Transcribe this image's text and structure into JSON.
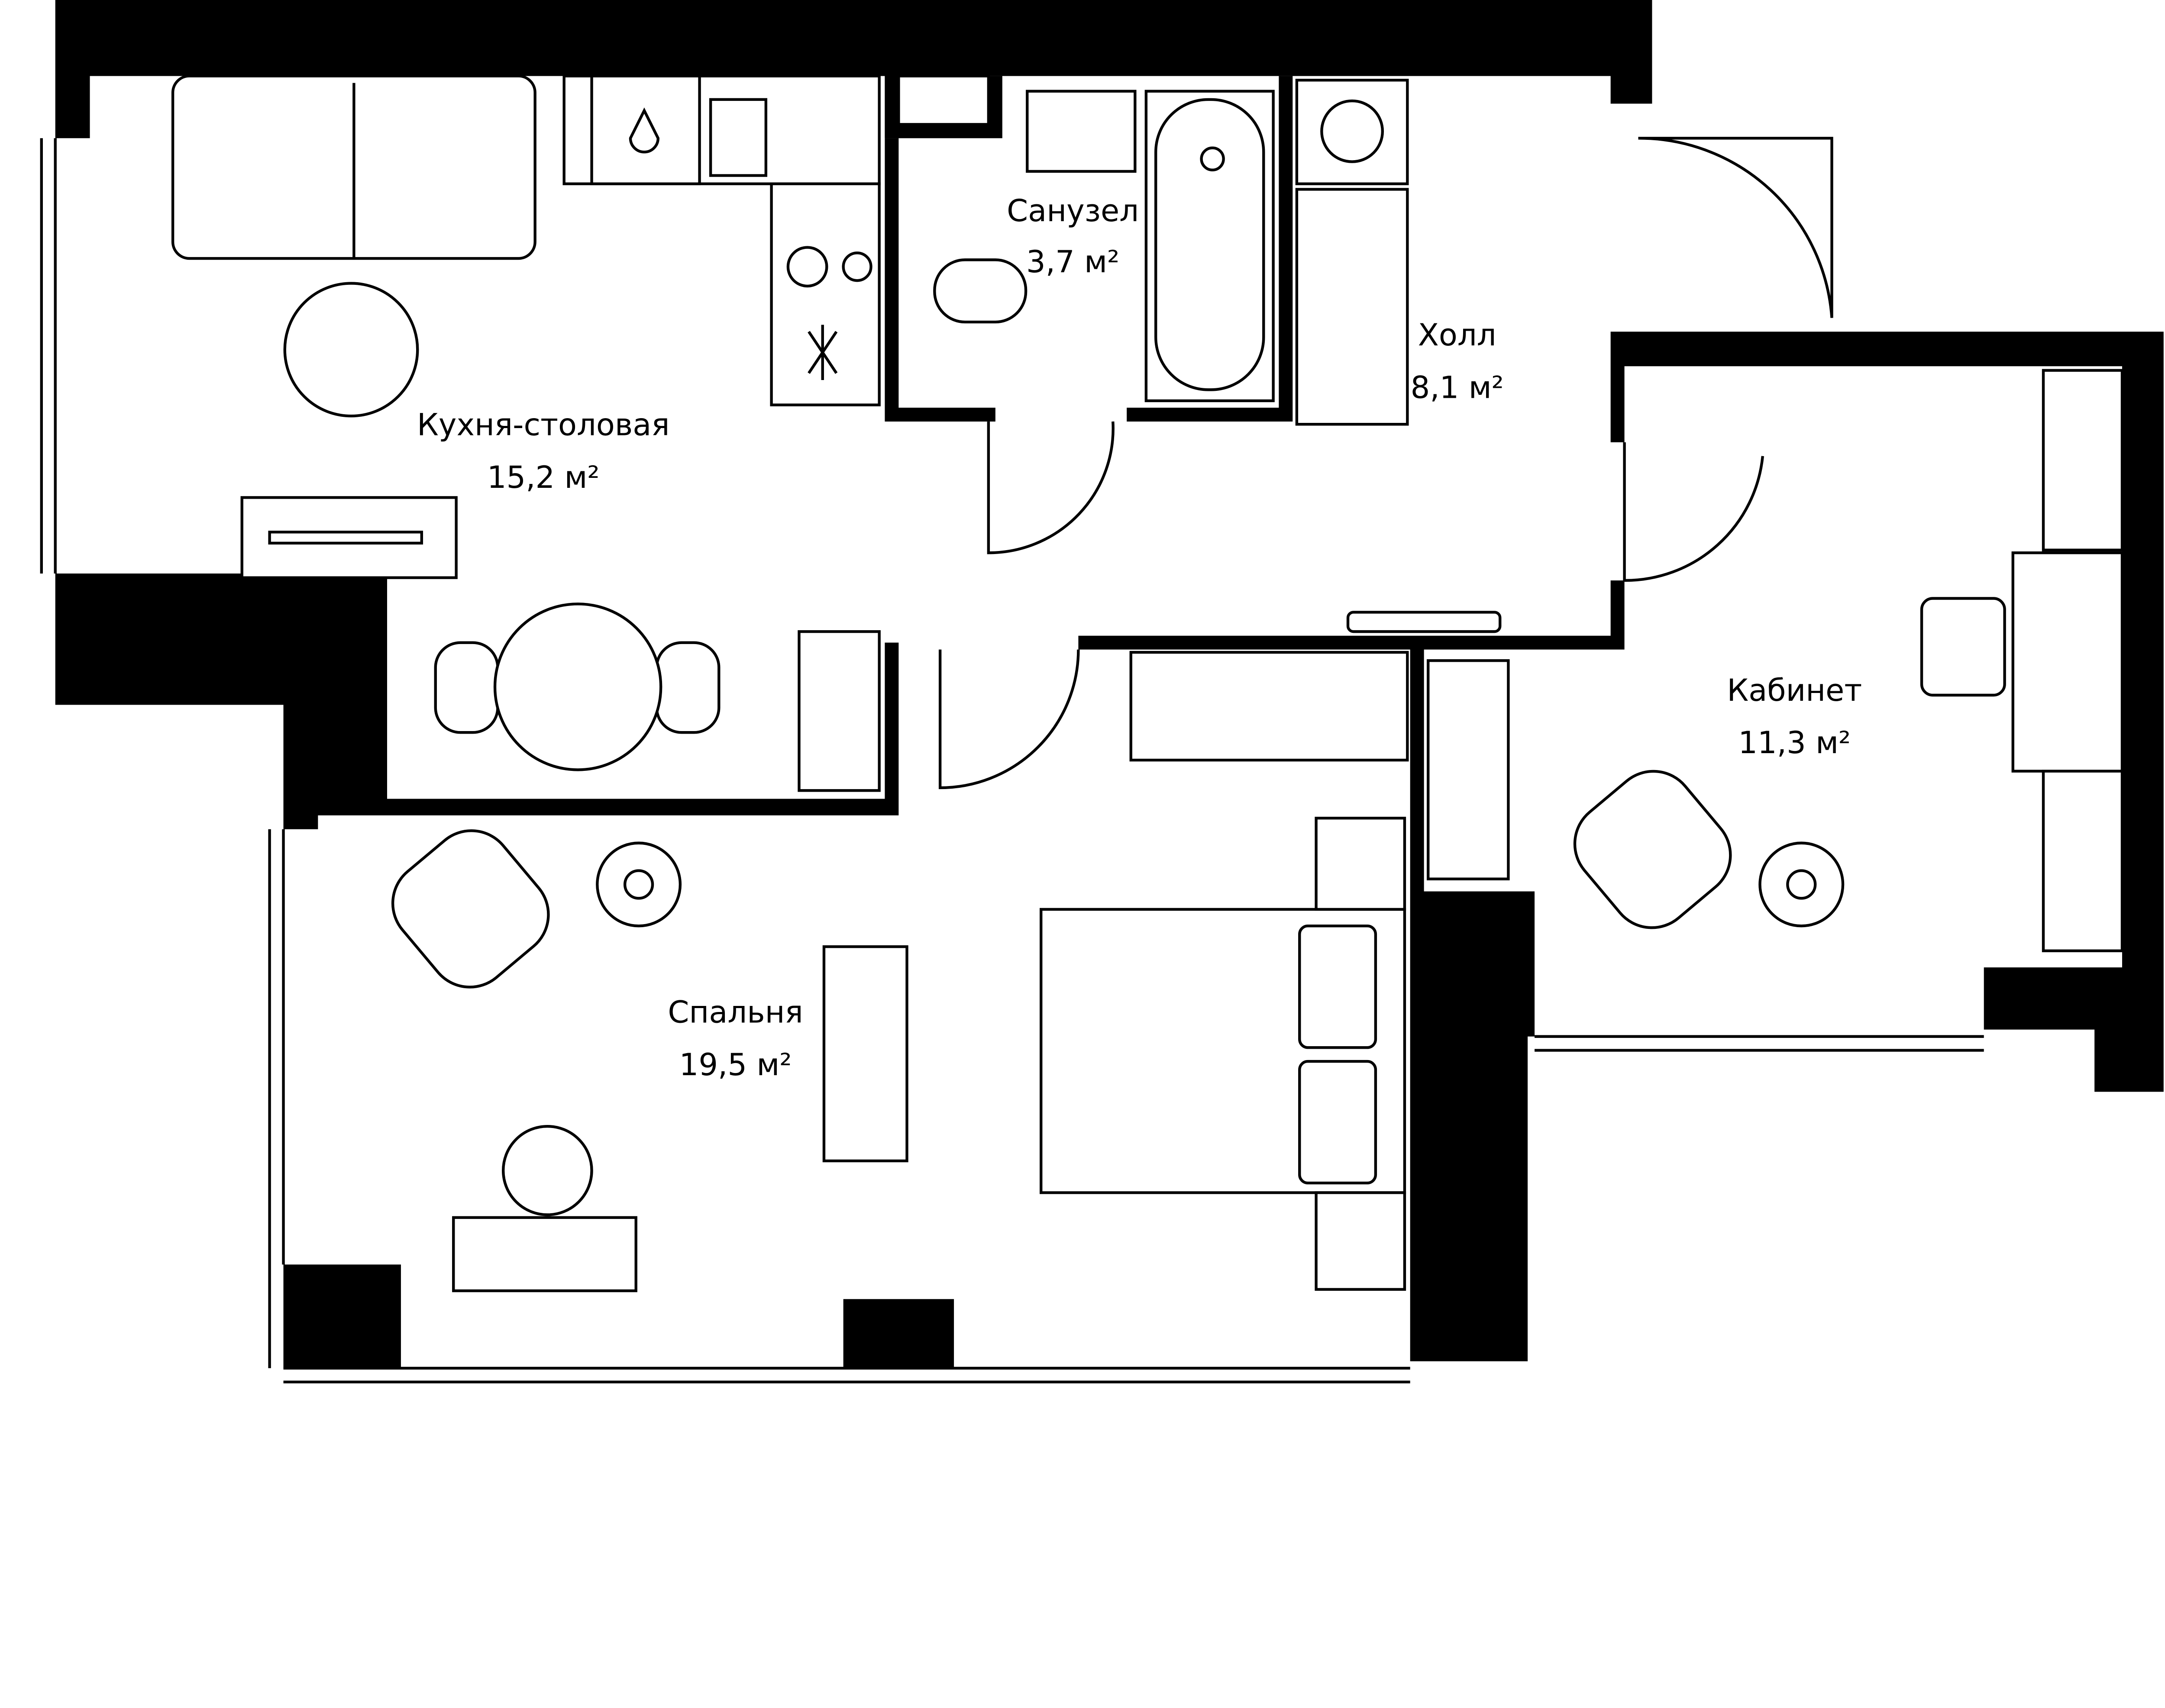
{
  "plan": {
    "colors": {
      "wall": "#000000",
      "background": "#ffffff",
      "line": "#000000"
    },
    "rooms": [
      {
        "name": "Кухня-столовая",
        "area": "15,2 м²"
      },
      {
        "name": "Санузел",
        "area": "3,7 м²"
      },
      {
        "name": "Холл",
        "area": "8,1 м²"
      },
      {
        "name": "Кабинет",
        "area": "11,3 м²"
      },
      {
        "name": "Спальня",
        "area": "19,5 м²"
      }
    ]
  }
}
